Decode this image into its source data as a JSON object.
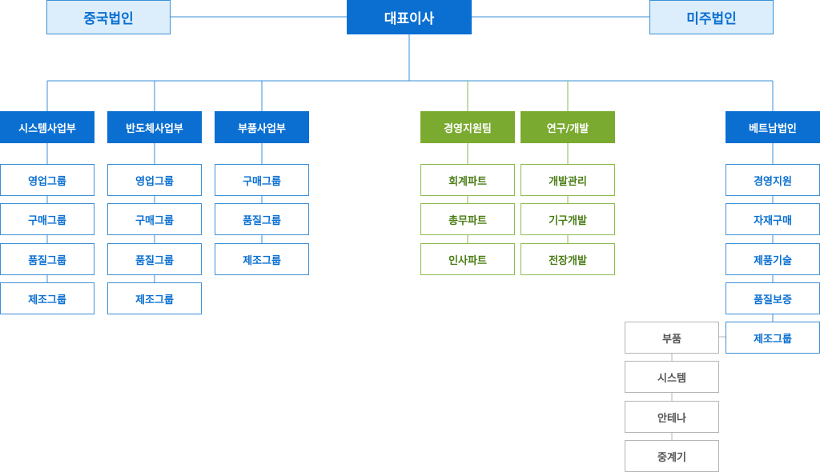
{
  "ceo": "대표이사",
  "subsidiaries": [
    "중국법인",
    "미주법인"
  ],
  "divisions": [
    {
      "name": "시스템사업부",
      "color": "blue",
      "teams": [
        "영업그룹",
        "구매그룹",
        "품질그룹",
        "제조그룹"
      ]
    },
    {
      "name": "반도체사업부",
      "color": "blue",
      "teams": [
        "영업그룹",
        "구매그룹",
        "품질그룹",
        "제조그룹"
      ]
    },
    {
      "name": "부품사업부",
      "color": "blue",
      "teams": [
        "구매그룹",
        "품질그룹",
        "제조그룹"
      ]
    },
    {
      "name": "경영지원팀",
      "color": "green",
      "teams": [
        "회계파트",
        "총무파트",
        "인사파트"
      ]
    },
    {
      "name": "연구/개발",
      "color": "green",
      "teams": [
        "개발관리",
        "기구개발",
        "전장개발"
      ]
    },
    {
      "name": "베트남법인",
      "color": "blue",
      "teams": [
        "경영지원",
        "자재구매",
        "제품기술",
        "품질보증",
        "제조그룹"
      ]
    }
  ],
  "manufacturing_units": [
    "부품",
    "시스템",
    "안테나",
    "중계기"
  ],
  "colors": {
    "primary_blue": "#0a6fd1",
    "light_blue": "#dceefb",
    "green": "#7aaa30",
    "green_text": "#4b7d16",
    "line": "#3a8fd8",
    "gray_border": "#b4b4b4"
  }
}
